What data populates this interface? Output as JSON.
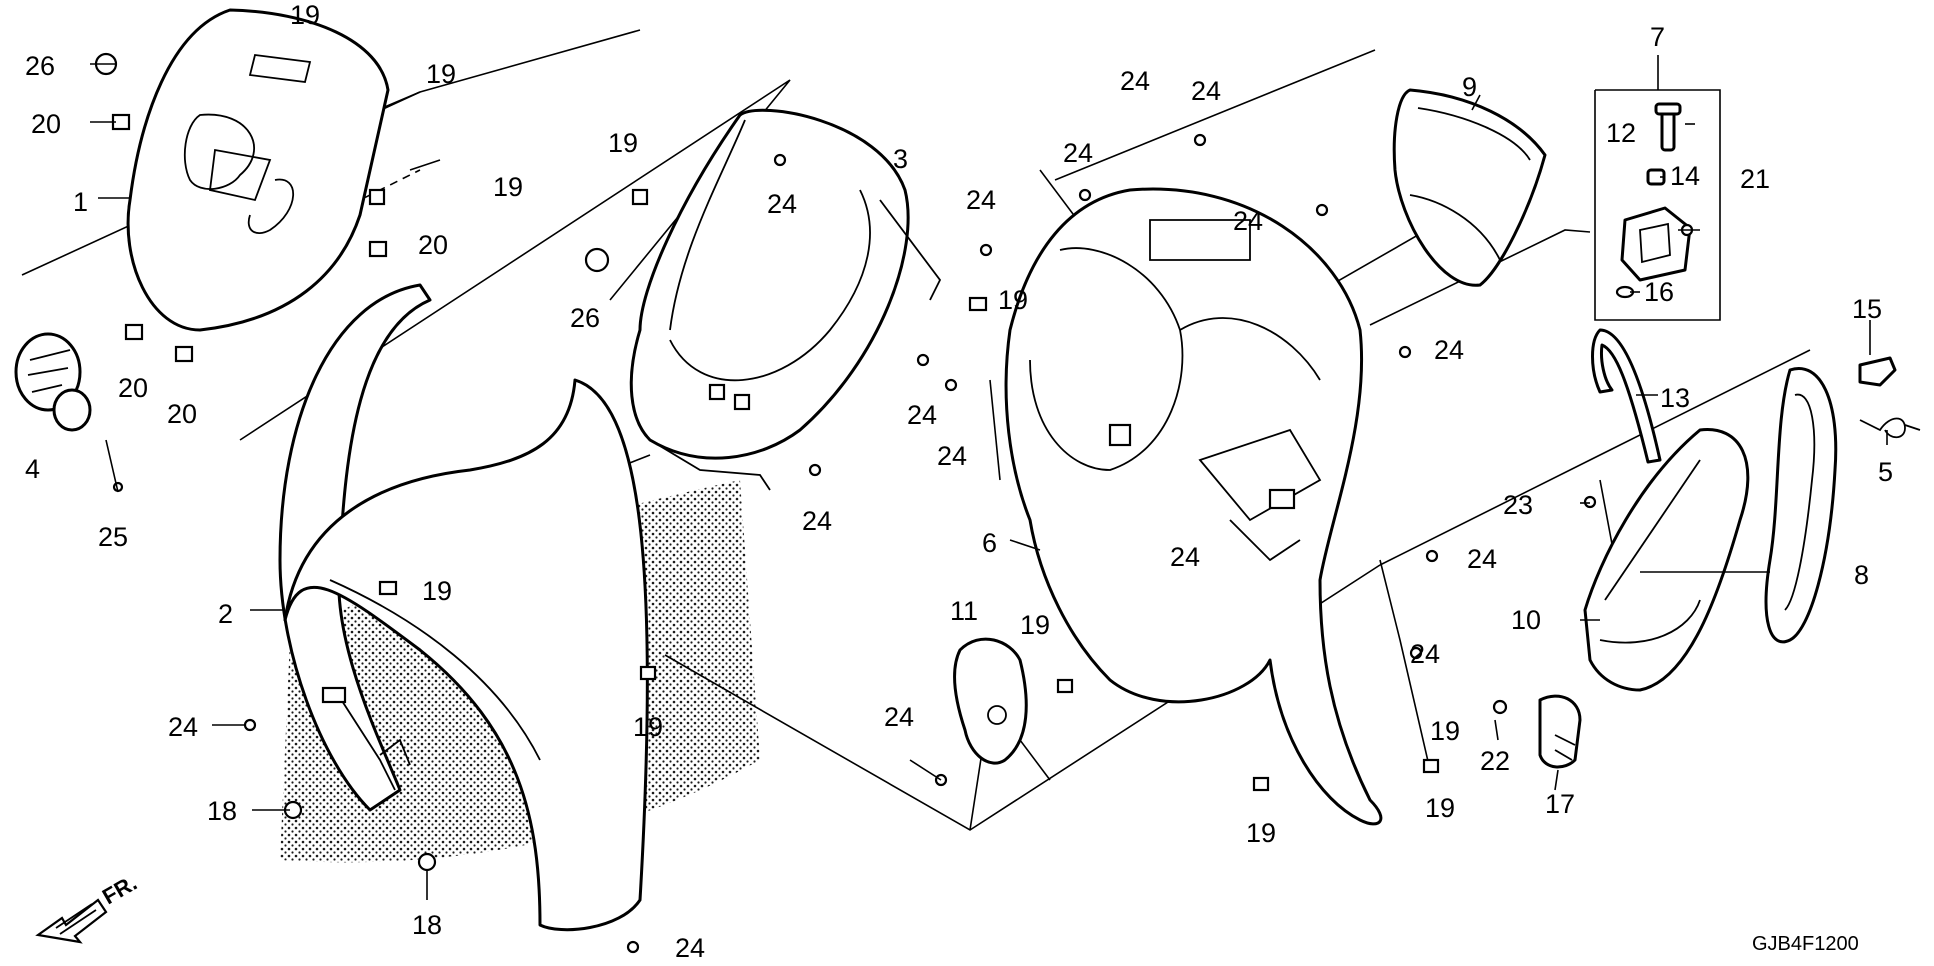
{
  "diagram": {
    "drawing_code": "GJB4F1200",
    "direction_label": "FR.",
    "callouts": [
      {
        "id": "c1",
        "text": "1"
      },
      {
        "id": "c2",
        "text": "2"
      },
      {
        "id": "c3",
        "text": "3"
      },
      {
        "id": "c4",
        "text": "4"
      },
      {
        "id": "c5",
        "text": "5"
      },
      {
        "id": "c6",
        "text": "6"
      },
      {
        "id": "c7",
        "text": "7"
      },
      {
        "id": "c8",
        "text": "8"
      },
      {
        "id": "c9",
        "text": "9"
      },
      {
        "id": "c10",
        "text": "10"
      },
      {
        "id": "c11",
        "text": "11"
      },
      {
        "id": "c12",
        "text": "12"
      },
      {
        "id": "c13",
        "text": "13"
      },
      {
        "id": "c14",
        "text": "14"
      },
      {
        "id": "c15",
        "text": "15"
      },
      {
        "id": "c16",
        "text": "16"
      },
      {
        "id": "c17",
        "text": "17"
      },
      {
        "id": "c18a",
        "text": "18"
      },
      {
        "id": "c18b",
        "text": "18"
      },
      {
        "id": "c19a",
        "text": "19"
      },
      {
        "id": "c19b",
        "text": "19"
      },
      {
        "id": "c19c",
        "text": "19"
      },
      {
        "id": "c19d",
        "text": "19"
      },
      {
        "id": "c19e",
        "text": "19"
      },
      {
        "id": "c19f",
        "text": "19"
      },
      {
        "id": "c19g",
        "text": "19"
      },
      {
        "id": "c19h",
        "text": "19"
      },
      {
        "id": "c19i",
        "text": "19"
      },
      {
        "id": "c19j",
        "text": "19"
      },
      {
        "id": "c19k",
        "text": "19"
      },
      {
        "id": "c20a",
        "text": "20"
      },
      {
        "id": "c20b",
        "text": "20"
      },
      {
        "id": "c20c",
        "text": "20"
      },
      {
        "id": "c20d",
        "text": "20"
      },
      {
        "id": "c21",
        "text": "21"
      },
      {
        "id": "c22",
        "text": "22"
      },
      {
        "id": "c23",
        "text": "23"
      },
      {
        "id": "c24a",
        "text": "24"
      },
      {
        "id": "c24b",
        "text": "24"
      },
      {
        "id": "c24c",
        "text": "24"
      },
      {
        "id": "c24d",
        "text": "24"
      },
      {
        "id": "c24e",
        "text": "24"
      },
      {
        "id": "c24f",
        "text": "24"
      },
      {
        "id": "c24g",
        "text": "24"
      },
      {
        "id": "c24h",
        "text": "24"
      },
      {
        "id": "c24i",
        "text": "24"
      },
      {
        "id": "c24j",
        "text": "24"
      },
      {
        "id": "c24k",
        "text": "24"
      },
      {
        "id": "c24l",
        "text": "24"
      },
      {
        "id": "c24m",
        "text": "24"
      },
      {
        "id": "c24n",
        "text": "24"
      },
      {
        "id": "c24o",
        "text": "24"
      },
      {
        "id": "c24p",
        "text": "24"
      },
      {
        "id": "c25",
        "text": "25"
      },
      {
        "id": "c26a",
        "text": "26"
      },
      {
        "id": "c26b",
        "text": "26"
      }
    ]
  }
}
